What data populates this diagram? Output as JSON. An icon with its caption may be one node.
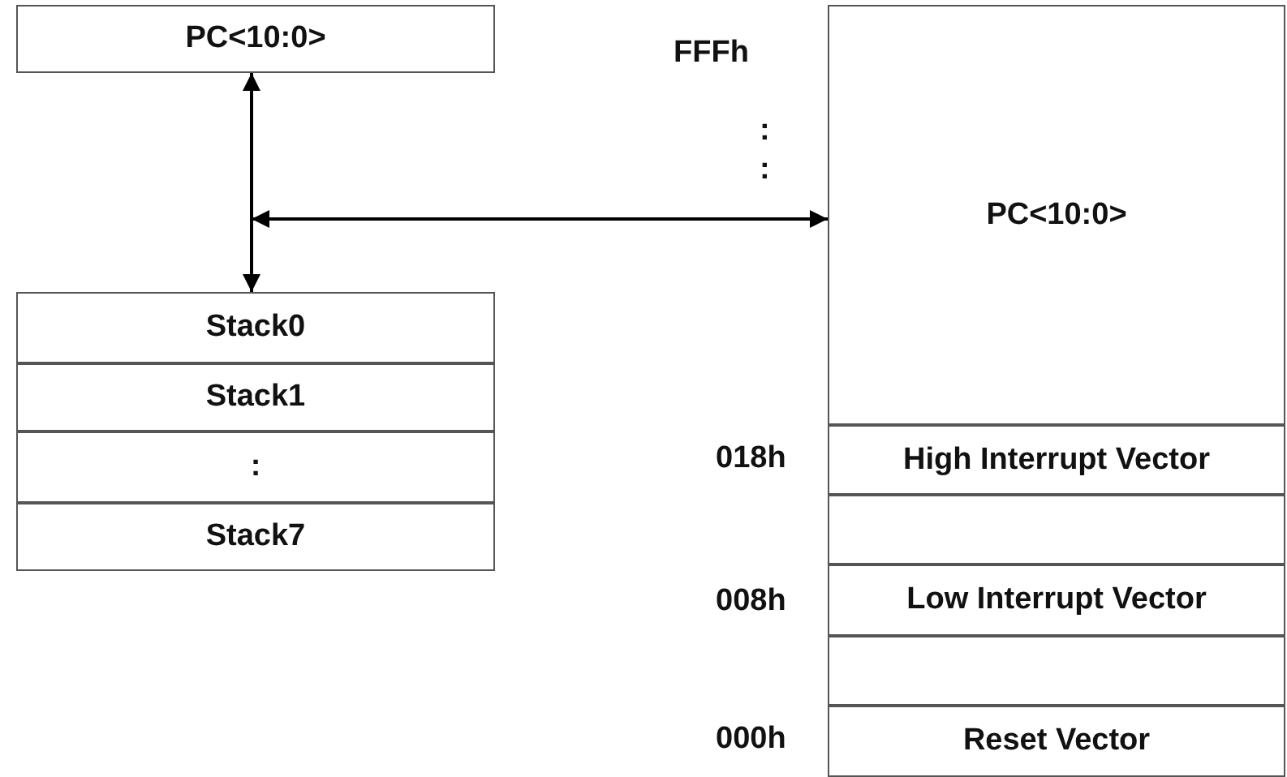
{
  "diagram": {
    "nodes": [
      {
        "text": [
          "PC<10:0>"
        ]
      },
      {
        "text": [
          "Stack0"
        ]
      },
      {
        "text": [
          "Stack1"
        ]
      },
      {
        "text": [
          ":"
        ]
      },
      {
        "text": [
          "Stack7"
        ]
      },
      {
        "text": [
          "PC<10:0>"
        ]
      },
      {
        "text": [
          "High Interrupt Vector"
        ]
      },
      {
        "text": [],
        "shape": "box"
      },
      {
        "text": [
          "Low Interrupt Vector"
        ]
      },
      {
        "text": [],
        "shape": "box"
      },
      {
        "text": [
          "Reset Vector"
        ]
      }
    ],
    "edges": [
      {
        "from": 0,
        "to": 1,
        "arrow": "both"
      },
      {
        "from": null,
        "to": 5,
        "arrow": "both"
      }
    ],
    "labels": [
      "FFFh",
      ":",
      ":",
      "018h",
      "008h",
      "000h"
    ]
  }
}
